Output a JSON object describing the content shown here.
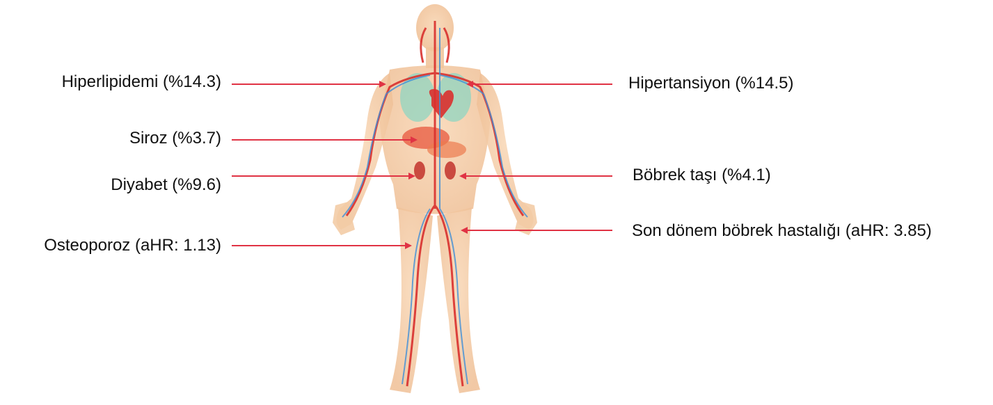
{
  "labels": {
    "hyperlipidemia": "Hiperlipidemi (%14.3)",
    "cirrhosis": "Siroz (%3.7)",
    "diabetes": "Diyabet (%9.6)",
    "osteoporosis": "Osteoporoz (aHR: 1.13)",
    "hypertension": "Hipertansiyon (%14.5)",
    "kidney_stone": "Böbrek taşı (%4.1)",
    "eskd": "Son dönem böbrek hastalığı (aHR: 3.85)"
  },
  "colors": {
    "arrow": "#e03344",
    "skin": "#f5c9a0",
    "artery": "#d9302e",
    "vein": "#3f8fd8",
    "lung": "#8fd6c2",
    "organ": "#e8573d"
  }
}
